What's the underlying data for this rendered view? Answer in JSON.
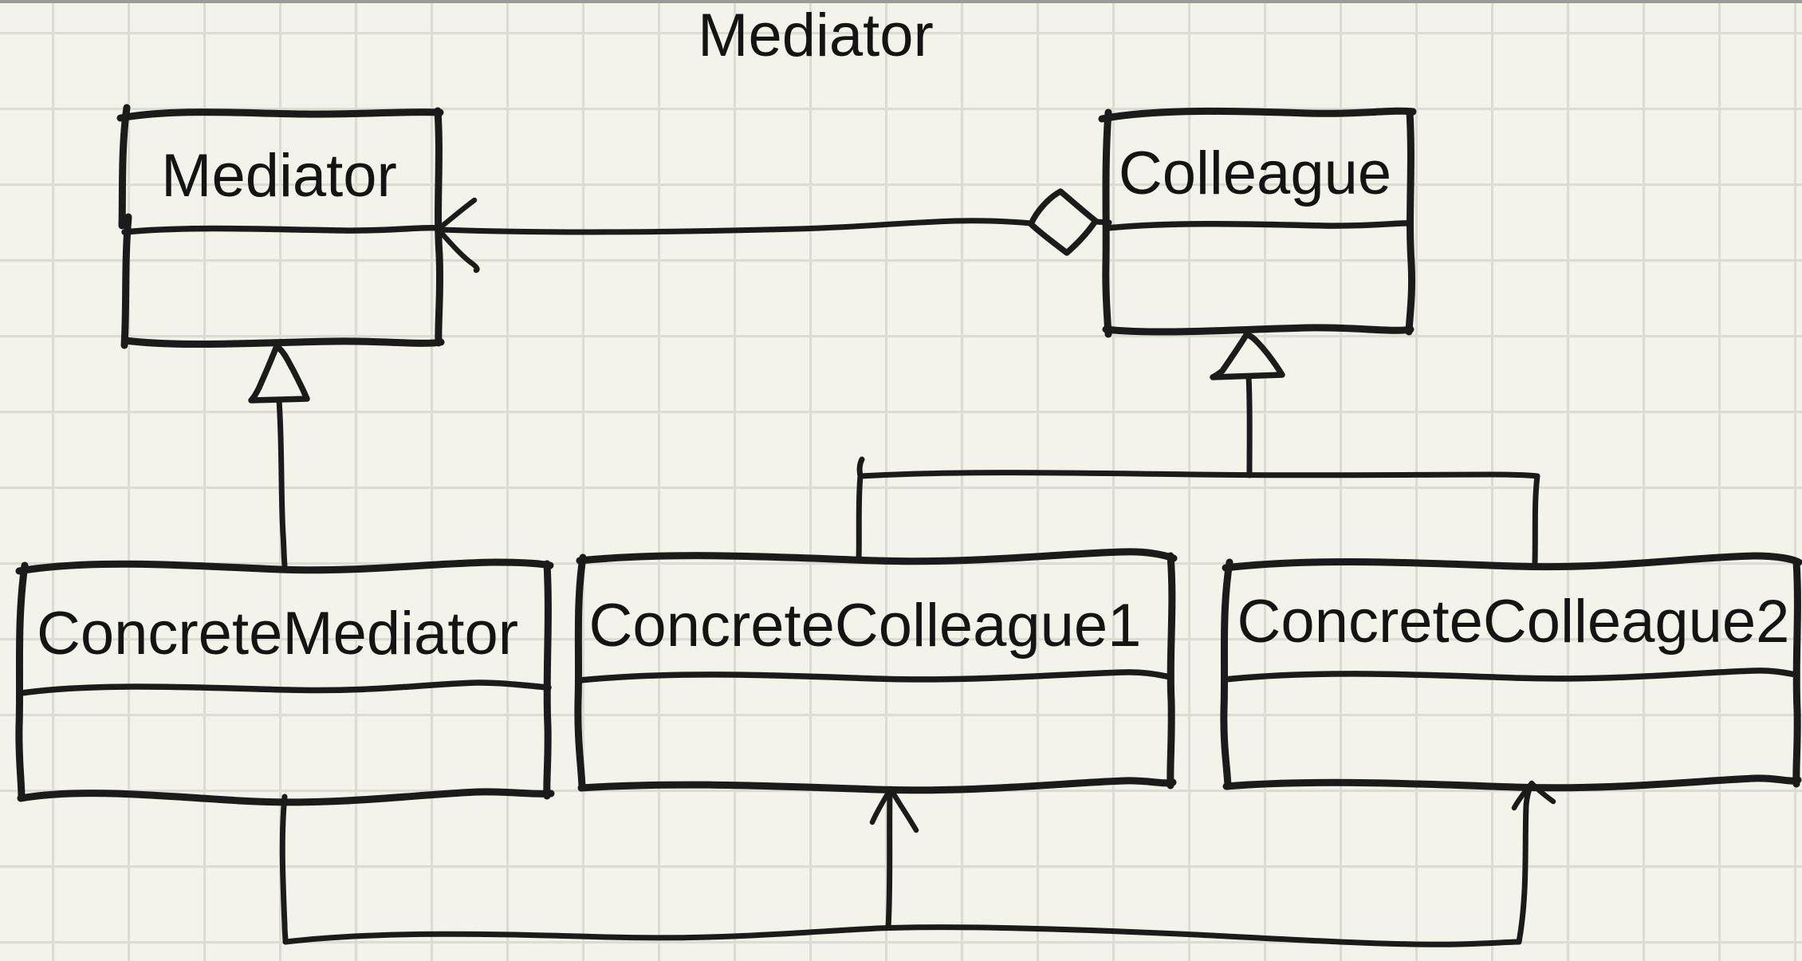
{
  "colors": {
    "background": "#f3f3e9",
    "grid_line": "#dcdcd2",
    "ink": "#1b1b1b",
    "top_edge": "#9a9a98"
  },
  "diagram": {
    "title": "Mediator",
    "classes": [
      {
        "name": "Mediator"
      },
      {
        "name": "Colleague"
      },
      {
        "name": "ConcreteMediator"
      },
      {
        "name": "ConcreteColleague1"
      },
      {
        "name": "ConcreteColleague2"
      }
    ],
    "relationships": [
      {
        "type": "aggregation",
        "from": "Colleague",
        "to": "Mediator"
      },
      {
        "type": "generalization",
        "from": "ConcreteMediator",
        "to": "Mediator"
      },
      {
        "type": "generalization",
        "from": "ConcreteColleague1",
        "to": "Colleague"
      },
      {
        "type": "generalization",
        "from": "ConcreteColleague2",
        "to": "Colleague"
      },
      {
        "type": "association-arrow",
        "from": "ConcreteMediator",
        "to": "ConcreteColleague1"
      },
      {
        "type": "association-arrow",
        "from": "ConcreteMediator",
        "to": "ConcreteColleague2"
      }
    ]
  }
}
